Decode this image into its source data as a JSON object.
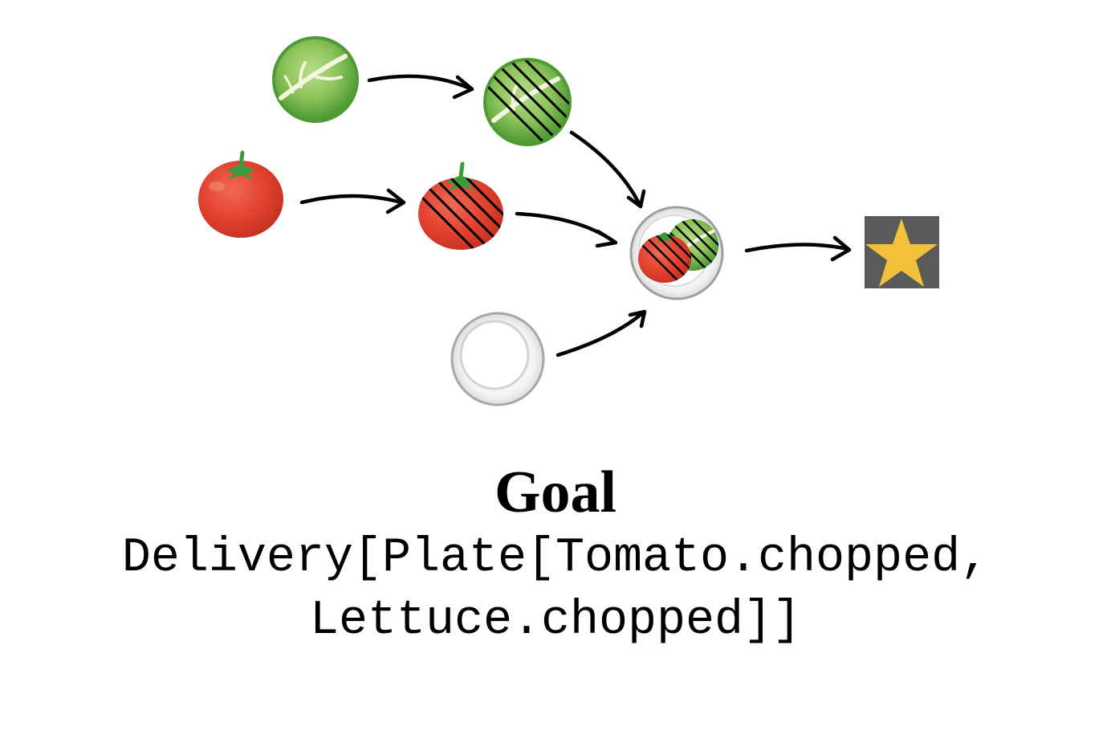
{
  "nodes": [
    {
      "id": "lettuce",
      "kind": "lettuce",
      "chopped": false
    },
    {
      "id": "lettuce-chopped",
      "kind": "lettuce",
      "chopped": true
    },
    {
      "id": "tomato",
      "kind": "tomato",
      "chopped": false
    },
    {
      "id": "tomato-chopped",
      "kind": "tomato",
      "chopped": true
    },
    {
      "id": "plate",
      "kind": "plate",
      "chopped": false
    },
    {
      "id": "plate-salad",
      "kind": "plate-salad",
      "chopped": true
    },
    {
      "id": "delivery-star",
      "kind": "star",
      "chopped": false
    }
  ],
  "colors": {
    "lettuce_light": "#8ec45a",
    "lettuce_dark": "#4e9a35",
    "tomato": "#e2412f",
    "tomato_stem": "#3d9a3a",
    "star_bg": "#5a5a5a",
    "star": "#f2c03b",
    "plate_rim": "#9e9e9e",
    "arrow": "#000000"
  },
  "goal": {
    "title": "Goal",
    "line1": "Delivery[Plate[Tomato.chopped,",
    "line2": "Lettuce.chopped]]"
  }
}
